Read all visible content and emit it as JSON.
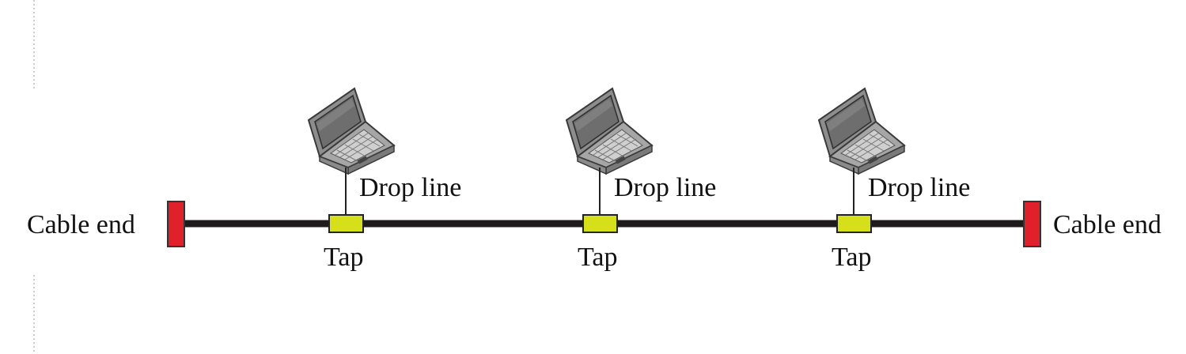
{
  "diagram": {
    "cable_end_left": "Cable end",
    "cable_end_right": "Cable end",
    "nodes": [
      {
        "drop_label": "Drop line",
        "tap_label": "Tap",
        "device_icon": "laptop-icon"
      },
      {
        "drop_label": "Drop line",
        "tap_label": "Tap",
        "device_icon": "laptop-icon"
      },
      {
        "drop_label": "Drop line",
        "tap_label": "Tap",
        "device_icon": "laptop-icon"
      }
    ]
  },
  "colors": {
    "cable": "#1f1b1c",
    "cable_end": "#e0212b",
    "tap": "#d6e01a",
    "laptop_body": "#9a9a9a",
    "laptop_screen": "#6e6e6e"
  }
}
